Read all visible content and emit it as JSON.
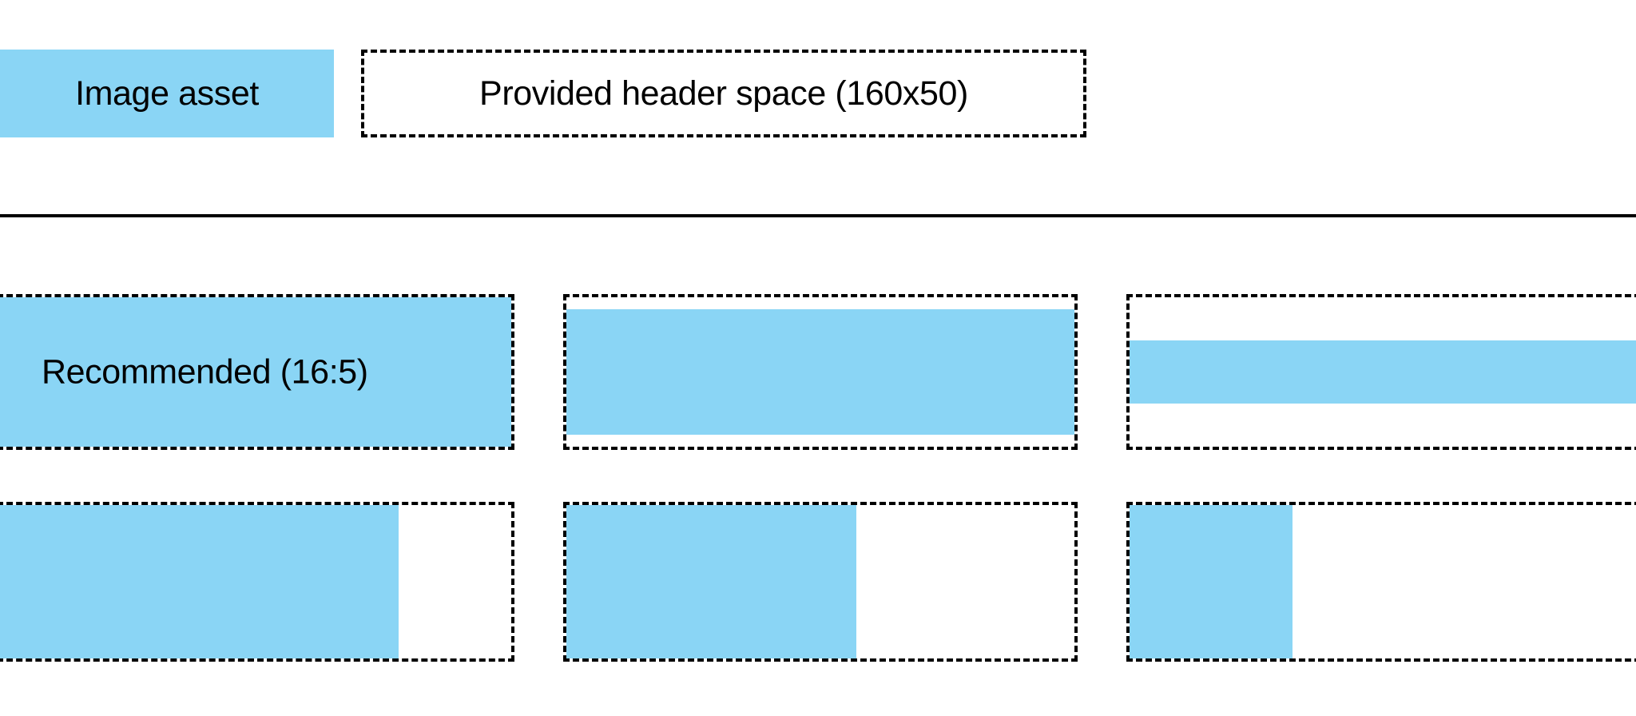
{
  "colors": {
    "asset_blue": "#8AD5F5",
    "outline": "#000000",
    "background": "#ffffff"
  },
  "legend": {
    "swatch_label": "Image asset",
    "box_label": "Provided header space (160x50)"
  },
  "divider": {
    "present": true
  },
  "grid": {
    "rows": [
      {
        "name": "tall-row",
        "cells": [
          {
            "name": "recommended-cell",
            "label": "Recommended (16:5)",
            "fill": {
              "left_pct": 0,
              "top_pct": 0,
              "width_pct": 100,
              "height_pct": 100
            }
          },
          {
            "name": "taller-aspect-cell",
            "label": "",
            "fill": {
              "left_pct": 0,
              "top_pct": 8,
              "width_pct": 100,
              "height_pct": 84
            }
          },
          {
            "name": "short-band-cell",
            "label": "",
            "fill": {
              "left_pct": 0,
              "top_pct": 29,
              "width_pct": 100,
              "height_pct": 42
            }
          }
        ]
      },
      {
        "name": "short-row",
        "cells": [
          {
            "name": "wide-fill-cell",
            "label": "",
            "fill": {
              "left_pct": 0,
              "top_pct": 0,
              "width_pct": 78,
              "height_pct": 100
            }
          },
          {
            "name": "medium-fill-cell",
            "label": "",
            "fill": {
              "left_pct": 0,
              "top_pct": 0,
              "width_pct": 57,
              "height_pct": 100
            }
          },
          {
            "name": "narrow-fill-cell",
            "label": "",
            "fill": {
              "left_pct": 0,
              "top_pct": 0,
              "width_pct": 32,
              "height_pct": 100
            }
          }
        ]
      }
    ]
  }
}
